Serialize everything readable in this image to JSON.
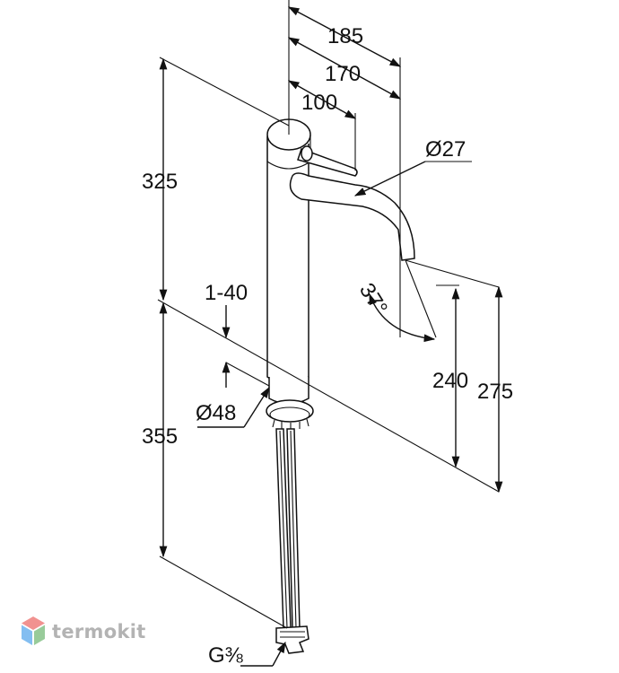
{
  "drawing": {
    "dimensions": {
      "d185": "185",
      "d170": "170",
      "d100": "100",
      "diam27": "Ø27",
      "d325": "325",
      "angle37": "37°",
      "range140": "1-40",
      "d240": "240",
      "d275": "275",
      "diam48": "Ø48",
      "d355": "355",
      "thread": "G⅜"
    }
  },
  "watermark": {
    "text": "termokit",
    "logo_colors": [
      "#e53935",
      "#1e88e5",
      "#43a047"
    ]
  }
}
